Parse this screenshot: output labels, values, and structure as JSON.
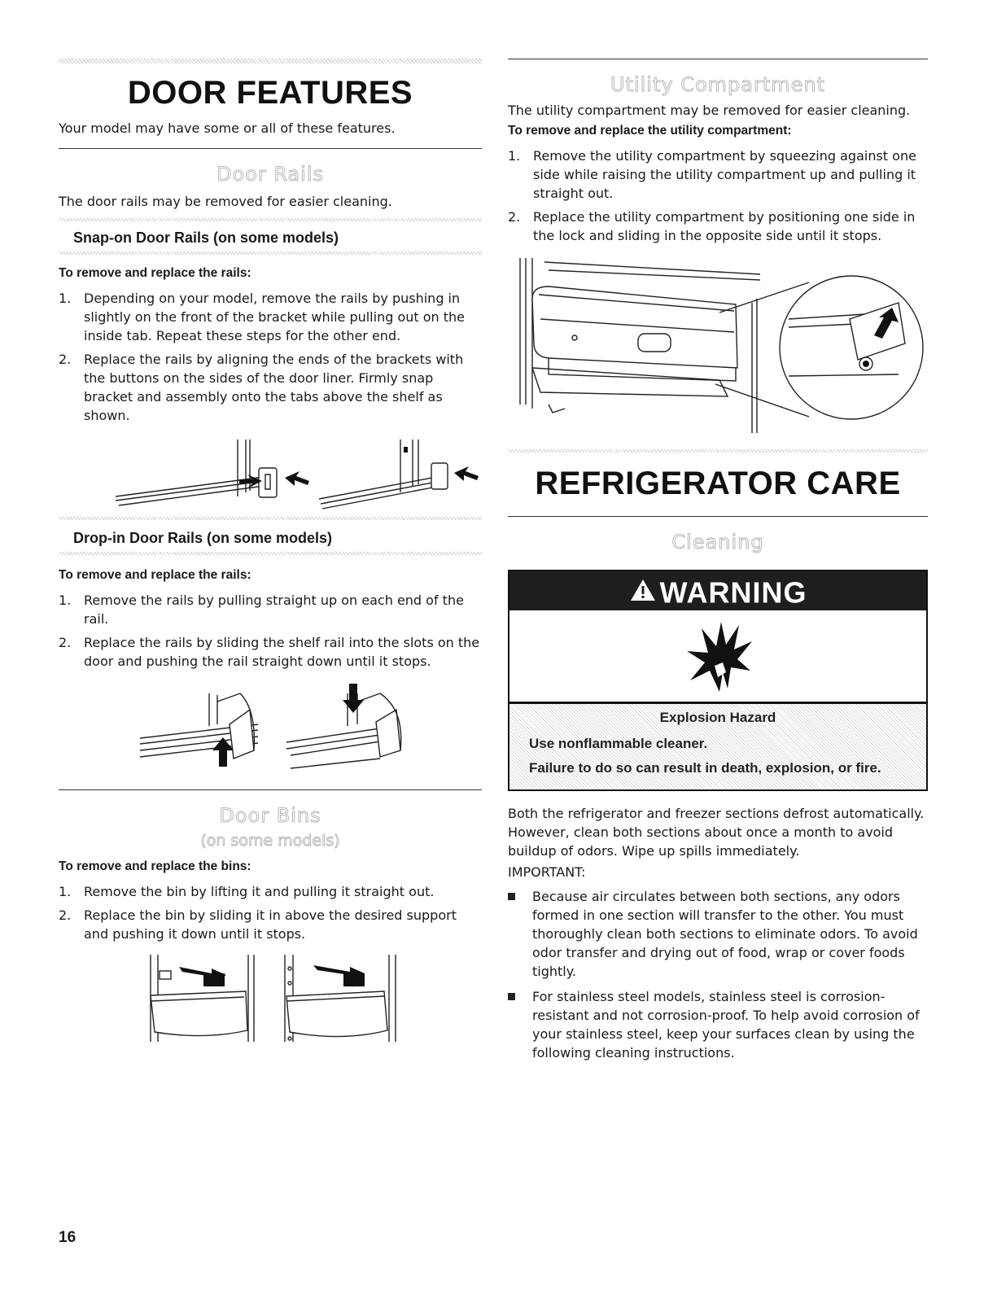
{
  "left": {
    "title": "DOOR FEATURES",
    "intro": "Your model may have some or all of these features.",
    "door_rails": {
      "heading": "Door Rails",
      "text": "The door rails may be removed for easier cleaning.",
      "snap_on": {
        "heading": "Snap-on Door Rails (on some models)",
        "instruction": "To remove and replace the rails:",
        "steps": [
          {
            "num": "1.",
            "text": "Depending on your model, remove the rails by pushing in slightly on the front of the bracket while pulling out on the inside tab. Repeat these steps for the other end."
          },
          {
            "num": "2.",
            "text": "Replace the rails by aligning the ends of the brackets with the buttons on the sides of the door liner. Firmly snap bracket and assembly onto the tabs above the shelf as shown."
          }
        ]
      },
      "drop_in": {
        "heading": "Drop-in Door Rails (on some models)",
        "instruction": "To remove and replace the rails:",
        "steps": [
          {
            "num": "1.",
            "text": "Remove the rails by pulling straight up on each end of the rail."
          },
          {
            "num": "2.",
            "text": "Replace the rails by sliding the shelf rail into the slots on the door and pushing the rail straight down until it stops."
          }
        ]
      }
    },
    "door_bins": {
      "heading": "Door Bins",
      "subheading": "(on some models)",
      "instruction": "To remove and replace the bins:",
      "steps": [
        {
          "num": "1.",
          "text": "Remove the bin by lifting it and pulling it straight out."
        },
        {
          "num": "2.",
          "text": "Replace the bin by sliding it in above the desired support and pushing it down until it stops."
        }
      ]
    },
    "page_number": "16"
  },
  "right": {
    "utility": {
      "heading": "Utility Compartment",
      "text": "The utility compartment may be removed for easier cleaning.",
      "instruction": "To remove and replace the utility compartment:",
      "steps": [
        {
          "num": "1.",
          "text": "Remove the utility compartment by squeezing against one side while raising the utility compartment up and pulling it straight out."
        },
        {
          "num": "2.",
          "text": "Replace the utility compartment by positioning one side in the lock and sliding in the opposite side until it stops."
        }
      ]
    },
    "care": {
      "title": "REFRIGERATOR CARE",
      "cleaning_heading": "Cleaning",
      "warning": {
        "label": "WARNING",
        "hazard": "Explosion Hazard",
        "line1": "Use nonflammable cleaner.",
        "line2": "Failure to do so can result in death, explosion, or fire."
      },
      "para": "Both the refrigerator and freezer sections defrost automatically. However, clean both sections about once a month to avoid buildup of odors. Wipe up spills immediately.",
      "important": "IMPORTANT:",
      "bullets": [
        "Because air circulates between both sections, any odors formed in one section will transfer to the other. You must thoroughly clean both sections to eliminate odors. To avoid odor transfer and drying out of food, wrap or cover foods tightly.",
        "For stainless steel models, stainless steel is corrosion-resistant and not corrosion-proof. To help avoid corrosion of your stainless steel, keep your surfaces clean by using the following cleaning instructions."
      ]
    }
  }
}
